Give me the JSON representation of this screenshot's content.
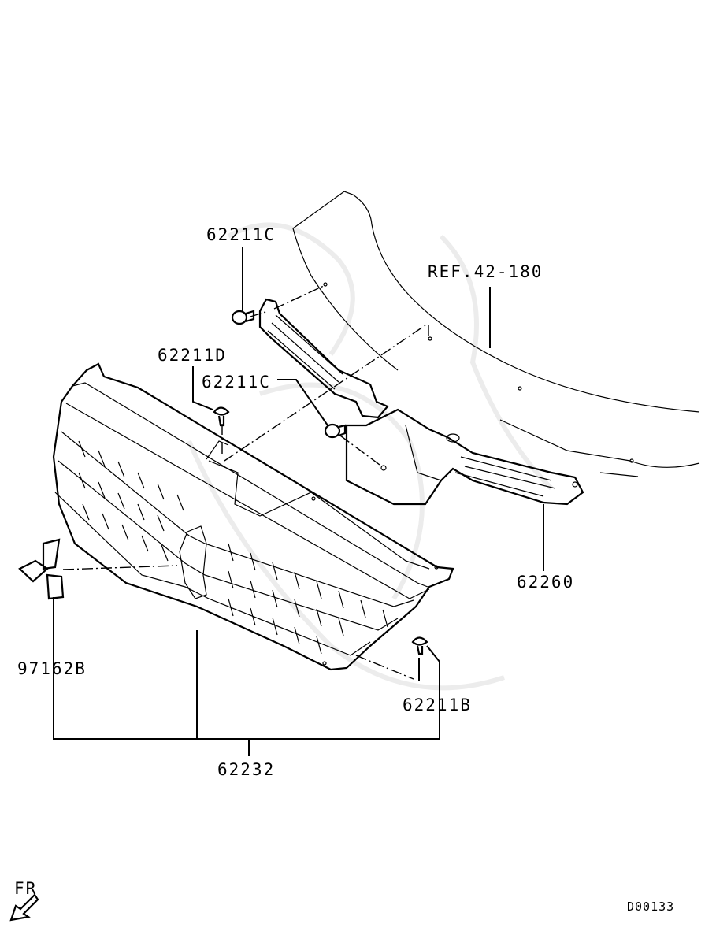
{
  "diagram": {
    "callouts": {
      "clip_c_top": "62211C",
      "ref": "REF.42-180",
      "clip_d": "62211D",
      "clip_c_mid": "62211C",
      "bracket": "62260",
      "emblem": "97162B",
      "clip_b": "62211B",
      "grille": "62232"
    },
    "direction": "FR",
    "code": "D00133"
  }
}
